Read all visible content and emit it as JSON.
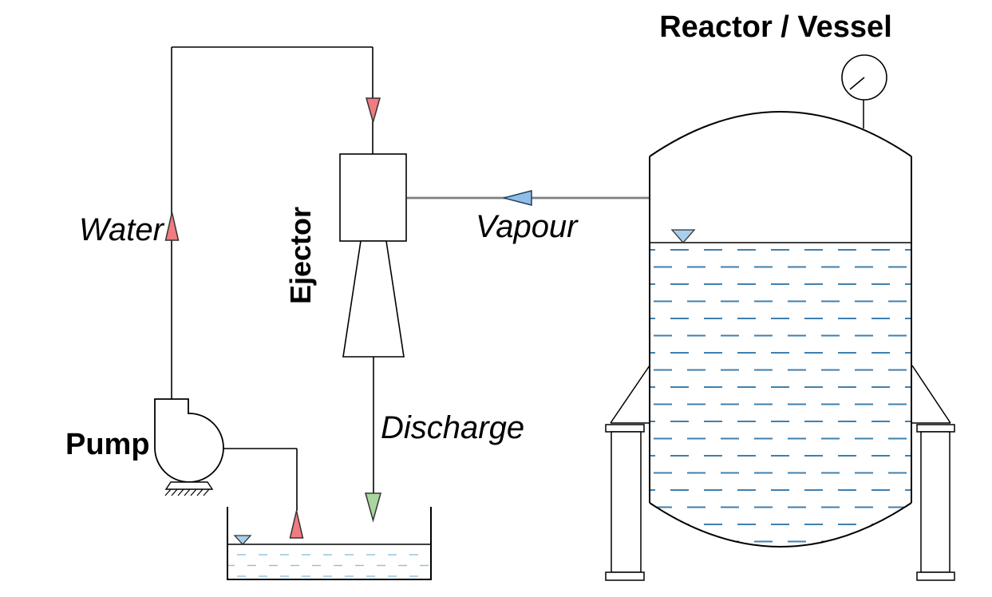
{
  "diagram": {
    "title": "Reactor / Vessel",
    "labels": {
      "reactor_vessel": "Reactor / Vessel",
      "ejector": "Ejector",
      "pump": "Pump",
      "water": "Water",
      "vapour": "Vapour",
      "discharge": "Discharge"
    },
    "colors": {
      "line": "#000000",
      "vapour_line": "#7f7f7f",
      "water_arrow_fill": "#ee7c81",
      "vapour_arrow_fill": "#90bee6",
      "discharge_arrow_fill": "#a9d69f",
      "level_marker_fill": "#a8cfec",
      "vessel_dash": "#3f7fae",
      "tank_dash": "#8fc0dc",
      "arrow_outline": "#333333",
      "blue_outline": "#1f4060",
      "background": "#ffffff"
    }
  }
}
